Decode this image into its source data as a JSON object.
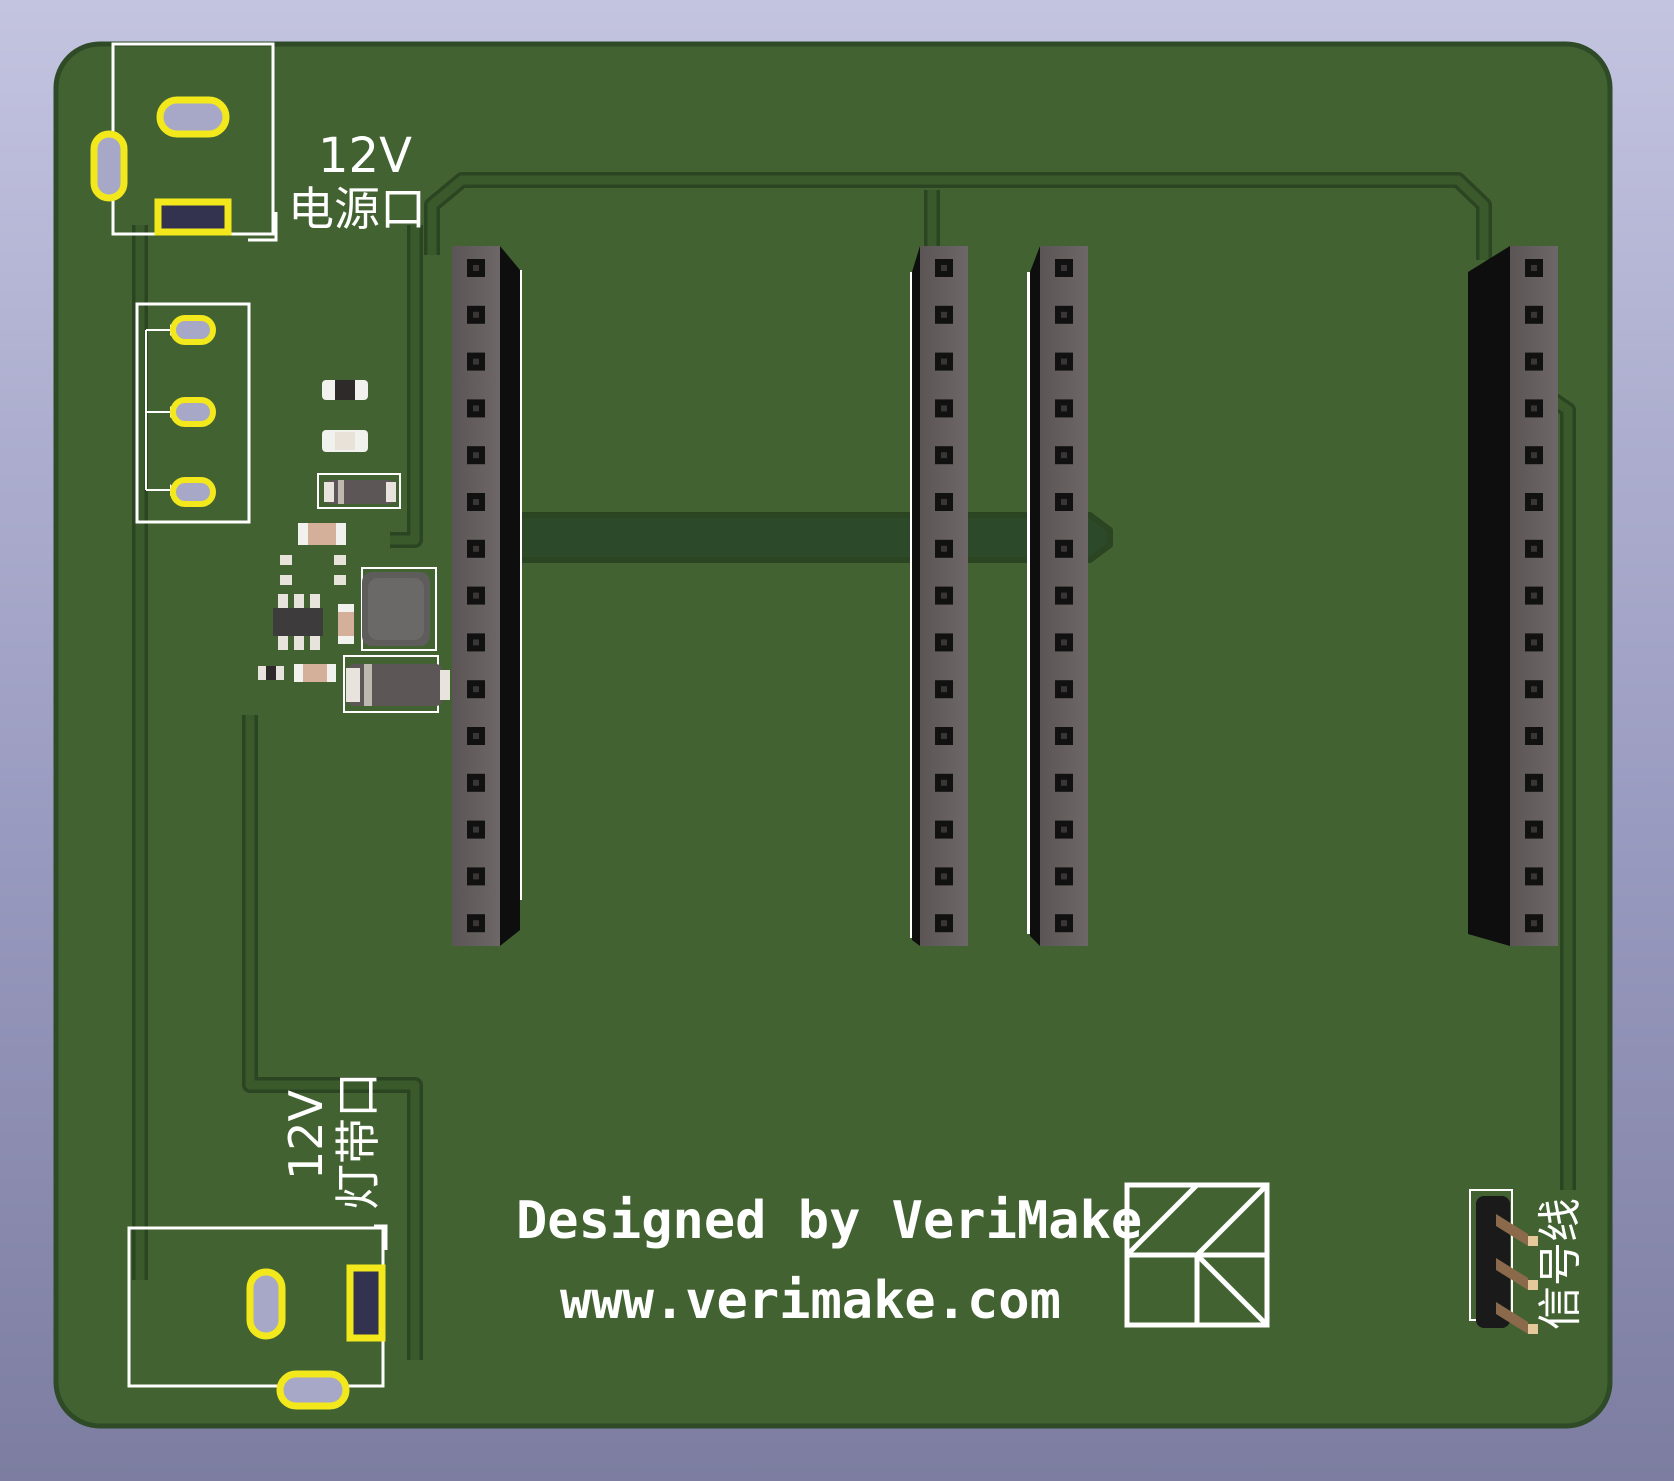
{
  "board": {
    "colors": {
      "substrate": "#426331",
      "outline": "#2e4a26",
      "trace": "#3a5a2c",
      "trace_edge": "#2b4522",
      "pad_gold": "#f2e81c",
      "silkscreen": "#ffffff",
      "header_body": "#615a5a",
      "header_side": "#0e0e0e"
    },
    "labels": {
      "power_voltage": "12V",
      "power_port": "电源口",
      "strip_voltage": "12V",
      "strip_port": "灯带口",
      "signal_wire": "信号线",
      "credit_line": "Designed by VeriMake",
      "website": "www.verimake.com"
    },
    "headers": [
      {
        "id": "header-1",
        "pins": 15
      },
      {
        "id": "header-2",
        "pins": 15
      },
      {
        "id": "header-3",
        "pins": 15
      },
      {
        "id": "header-4",
        "pins": 15
      }
    ],
    "signal_header_pins": 3,
    "icons": [
      "verimake-logo-icon"
    ]
  }
}
